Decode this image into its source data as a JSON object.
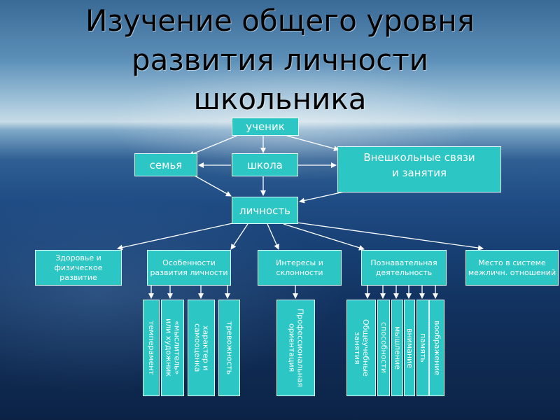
{
  "title": {
    "line1": "Изучение общего уровня",
    "line2": "развития личности",
    "line3": "школьника"
  },
  "nodes": {
    "student": "ученик",
    "family": "семья",
    "school": "школа",
    "extracurricular": "Внешкольные связи\nи занятия",
    "personality": "личность"
  },
  "categories": {
    "health": "Здоровье и физическое развитие",
    "features": "Особенности развития личности",
    "interests": "Интересы и склонности",
    "cognitive": "Познавательная деятельность",
    "place": "Место в системе межличн. отношений"
  },
  "subitems": {
    "temperament": "темперамент",
    "thinker_artist": "«мыслитель»\nили художник",
    "character": "характер и\nсамооценка",
    "anxiety": "тревожность",
    "orientation": "Профессиональная\nориентация",
    "study_activities": "Общеучебные\nзанятия",
    "abilities": "способности",
    "thinking": "мышление",
    "attention": "внимание",
    "memory": "память",
    "imagination": "воображение"
  },
  "colors": {
    "box_fill": "#2cc6c4",
    "box_border": "#e8ffff",
    "arrow": "#ffffff"
  }
}
